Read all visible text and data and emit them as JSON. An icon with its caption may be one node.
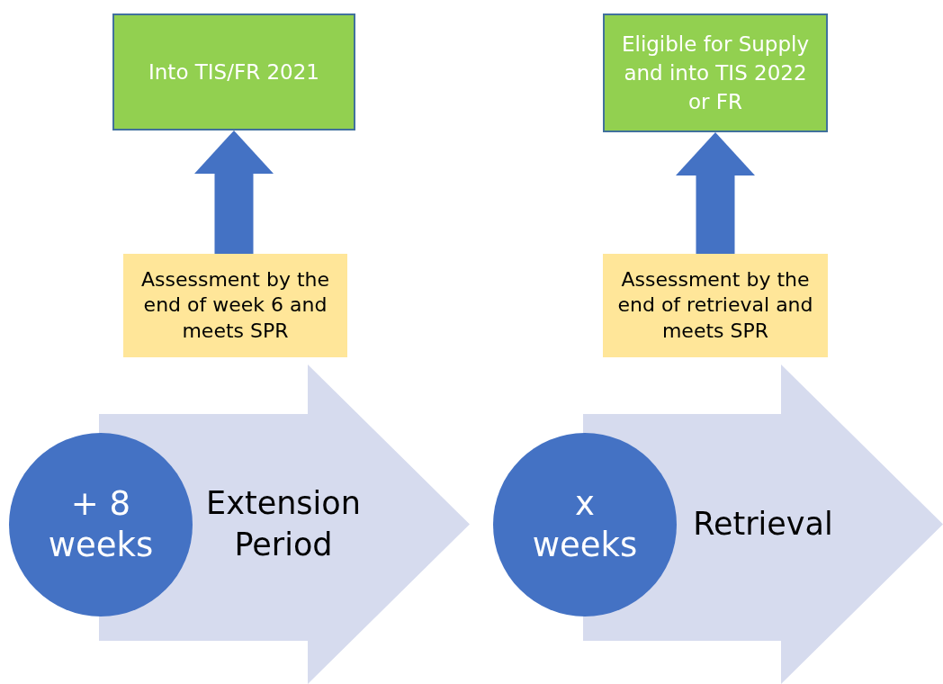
{
  "diagram": {
    "nodes": [
      {
        "text": [
          "Into TIS/FR 2021"
        ]
      },
      {
        "text": [
          "Eligible for Supply and into TIS 2022 or FR"
        ]
      },
      {
        "text": [
          "Assessment by the end of week 6 and meets SPR"
        ]
      },
      {
        "text": [
          "Assessment by the end of retrieval and meets SPR"
        ]
      },
      {
        "text": [
          "Extension Period"
        ]
      },
      {
        "text": [
          "+ 8 weeks"
        ]
      },
      {
        "text": [
          "Retrieval"
        ]
      },
      {
        "text": [
          "x weeks"
        ]
      }
    ],
    "edges": [
      {
        "from": 2,
        "to": 0,
        "arrow": "to"
      },
      {
        "from": 3,
        "to": 1,
        "arrow": "to"
      }
    ]
  }
}
